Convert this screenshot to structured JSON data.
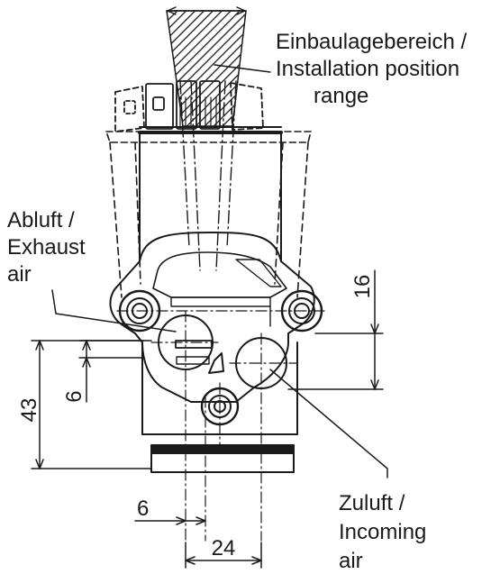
{
  "labels": {
    "installation": [
      "Einbaulagebereich /",
      "Installation position",
      "range"
    ],
    "exhaust": [
      "Abluft /",
      "Exhaust",
      "air"
    ],
    "incoming": [
      "Zuluft /",
      "Incoming",
      "air"
    ]
  },
  "dimensions": {
    "height_total": "43",
    "port_offset_vertical": "6",
    "mount_offset": "16",
    "port_offset_horizontal": "6",
    "port_spacing": "24"
  },
  "colors": {
    "ink": "#1a1a1a",
    "background": "#ffffff"
  }
}
